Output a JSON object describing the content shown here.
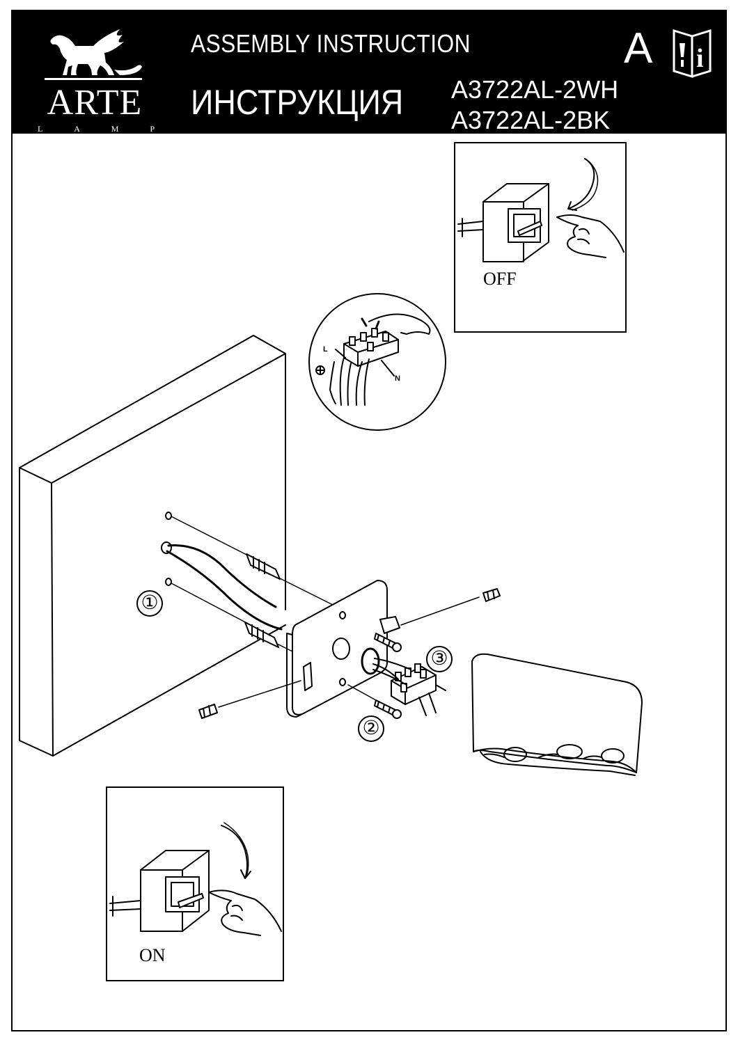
{
  "header": {
    "brand": "ARTE",
    "sub_brand_letters": [
      "L",
      "A",
      "M",
      "P"
    ],
    "title_en": "ASSEMBLY  INSTRUCTION",
    "title_ru": "ИНСТРУКЦИЯ",
    "models": [
      "A3722AL-2WH",
      "A3722AL-2BK"
    ],
    "section_letter": "A",
    "info_icon": "manual-info-icon"
  },
  "diagram": {
    "steps": [
      "①",
      "②",
      "③"
    ],
    "switch_off_label": "OFF",
    "switch_on_label": "ON",
    "wire_labels": {
      "live": "L",
      "neutral": "N"
    },
    "icons": [
      "griffin-logo-icon",
      "manual-info-icon",
      "earth-symbol-icon",
      "pointing-hand-icon",
      "curved-arrow-icon"
    ]
  }
}
